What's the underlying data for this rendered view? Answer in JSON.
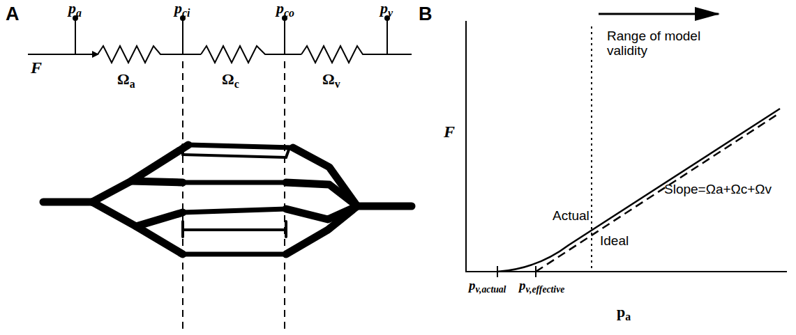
{
  "diagram": {
    "labels": [
      "A",
      "pa",
      "pci",
      "pco",
      "pv",
      "F",
      "Ωa",
      "Ωc",
      "Ωv",
      "B",
      "F",
      "Range of model validity",
      "Actual",
      "Ideal",
      "Slope=Ωa+Ωc+Ωv",
      "pv,actual",
      "pv,effective",
      "pa"
    ]
  }
}
